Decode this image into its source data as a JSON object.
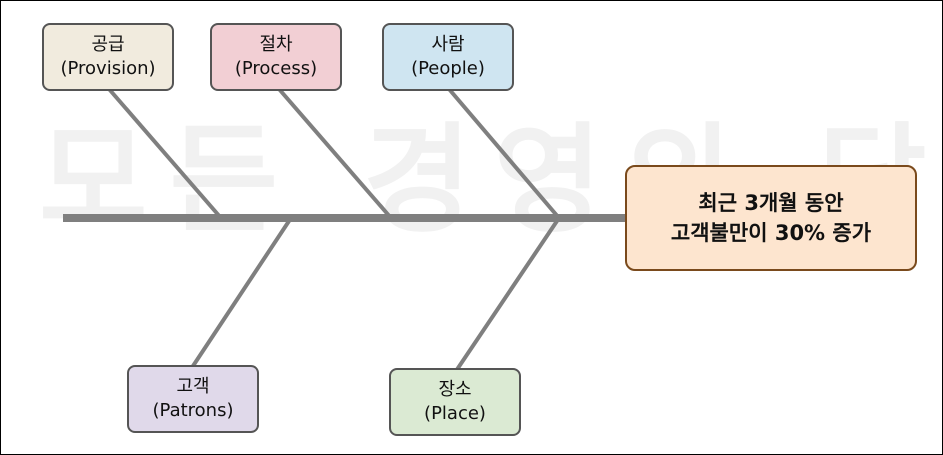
{
  "watermark": "모든 경영의 답",
  "effect": {
    "line1": "최근 3개월 동안",
    "line2": "고객불만이 30% 증가",
    "fill": "#fde5cf"
  },
  "causes": {
    "provision": {
      "ko": "공급",
      "en": "(Provision)",
      "fill": "#f1ebde"
    },
    "process": {
      "ko": "절차",
      "en": "(Process)",
      "fill": "#f2cfd4"
    },
    "people": {
      "ko": "사람",
      "en": "(People)",
      "fill": "#cfe5f1"
    },
    "patrons": {
      "ko": "고객",
      "en": "(Patrons)",
      "fill": "#e0d9ea"
    },
    "place": {
      "ko": "장소",
      "en": "(Place)",
      "fill": "#dbead3"
    }
  },
  "colors": {
    "spine": "#7f7f7f",
    "bone": "#7f7f7f"
  }
}
